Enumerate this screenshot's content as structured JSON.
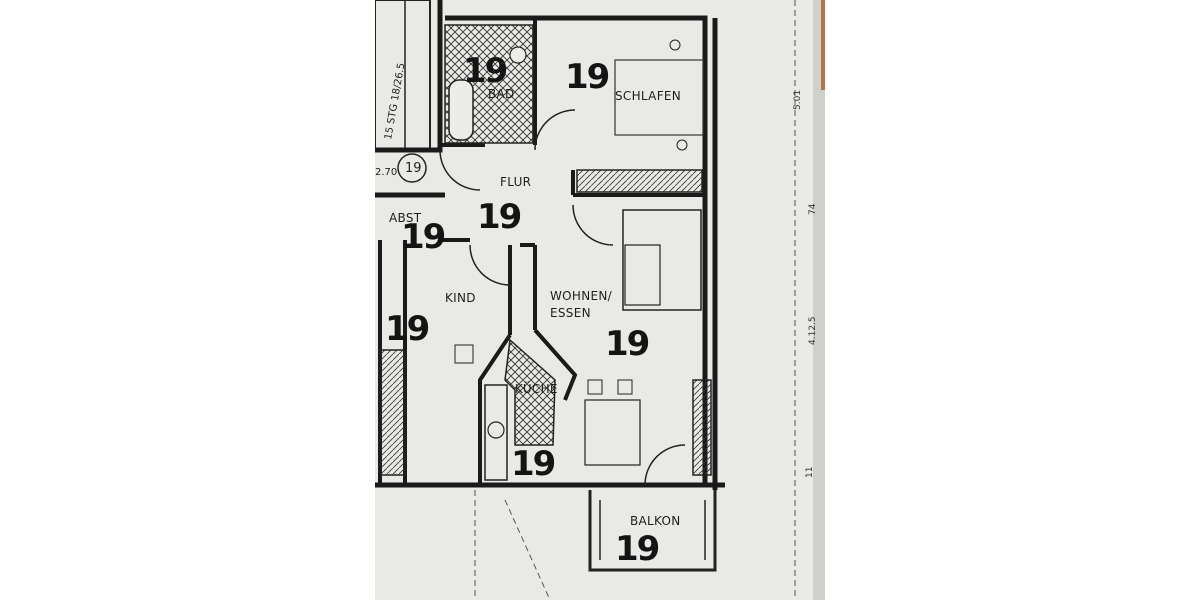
{
  "rooms": {
    "bad": "BAD",
    "schlafen": "SCHLAFEN",
    "flur": "FLUR",
    "abst": "ABST",
    "kind": "KIND",
    "wohnen_line1": "WOHNEN/",
    "wohnen_line2": "ESSEN",
    "kueche": "KÜCHE",
    "balkon": "BALKON"
  },
  "handwritten_unit_number": "19",
  "stair_label": "15 STG 18/26.5",
  "level_mark": "2.70",
  "circled_number": "19",
  "margin_dims": [
    "5.01",
    "74",
    "4.12.5",
    "11"
  ]
}
